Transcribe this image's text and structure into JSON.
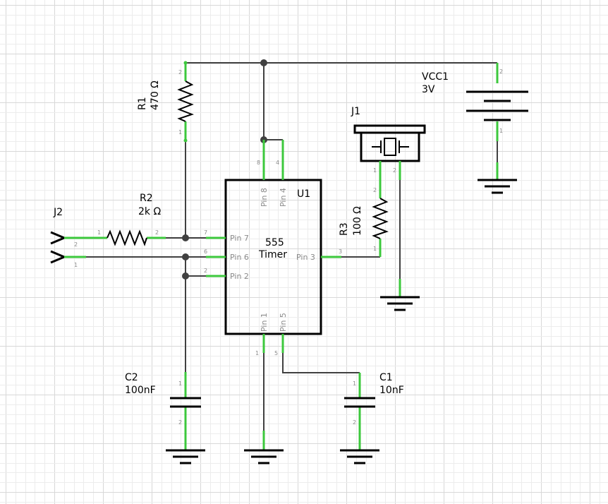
{
  "components": {
    "r1": {
      "ref": "R1",
      "value": "470 Ω",
      "pins": [
        "2",
        "1"
      ]
    },
    "r2": {
      "ref": "R2",
      "value": "2k Ω",
      "pins": [
        "1",
        "2"
      ]
    },
    "r3": {
      "ref": "R3",
      "value": "100 Ω",
      "pins": [
        "2",
        "1"
      ]
    },
    "c1": {
      "ref": "C1",
      "value": "10nF",
      "pins": [
        "1",
        "2"
      ]
    },
    "c2": {
      "ref": "C2",
      "value": "100nF",
      "pins": [
        "1",
        "2"
      ]
    },
    "vcc1": {
      "ref": "VCC1",
      "value": "3V",
      "pins": [
        "2",
        "1"
      ]
    },
    "j1": {
      "ref": "J1",
      "pins": [
        "1",
        "2"
      ]
    },
    "j2": {
      "ref": "J2",
      "pins": [
        "1",
        "2"
      ]
    },
    "u1": {
      "ref": "U1",
      "title_line1": "555",
      "title_line2": "Timer",
      "pin_labels": {
        "p8": "Pin 8",
        "p4": "Pin 4",
        "p7": "Pin 7",
        "p6": "Pin 6",
        "p2": "Pin 2",
        "p3": "Pin 3",
        "p1": "Pin 1",
        "p5": "Pin 5"
      },
      "pin_numbers": {
        "p8": "8",
        "p4": "4",
        "p7": "7",
        "p6": "6",
        "p2": "2",
        "p3": "3",
        "p1": "1",
        "p5": "5"
      }
    }
  },
  "colors": {
    "wire": "#404040",
    "pin": "#3cc83c",
    "grid": "#d8d8d8"
  }
}
